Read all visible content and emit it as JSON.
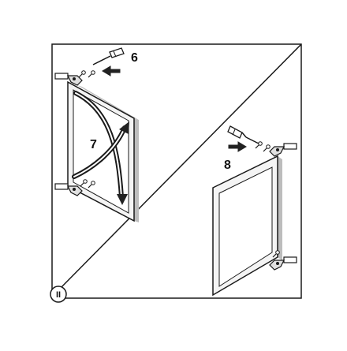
{
  "panel": {
    "label": "II"
  },
  "steps": {
    "six": "6",
    "seven": "7",
    "eight": "8"
  },
  "icons": {
    "screwdriver": "screwdriver-icon",
    "screw": "screw-icon",
    "hinge": "hinge-icon",
    "arrow": "arrow-icon"
  },
  "colors": {
    "line": "#1a1a1a",
    "frame_fill": "#f4f4f4",
    "shadow": "#bdbdbd",
    "arrow_fill": "#222222"
  }
}
